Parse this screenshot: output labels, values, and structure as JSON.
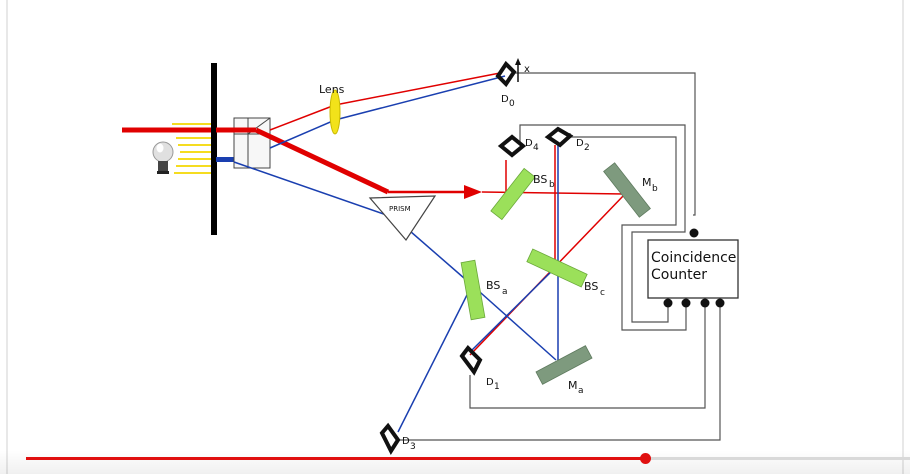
{
  "diagram": {
    "labels": {
      "lens": "Lens",
      "prism": "PRISM",
      "d0": "D",
      "d0_sub": "0",
      "d1": "D",
      "d1_sub": "1",
      "d2": "D",
      "d2_sub": "2",
      "d3": "D",
      "d3_sub": "3",
      "d4": "D",
      "d4_sub": "4",
      "x": "x",
      "bsa": "BS",
      "bsa_sub": "a",
      "bsb": "BS",
      "bsb_sub": "b",
      "bsc": "BS",
      "bsc_sub": "c",
      "ma": "M",
      "ma_sub": "a",
      "mb": "M",
      "mb_sub": "b",
      "coincidence_line1": "Coincidence",
      "coincidence_line2": "Counter"
    },
    "colors": {
      "laser_red": "#e00000",
      "beam_blue": "#1a3fb0",
      "wire": "#555555",
      "beamsplitter": "#9be05a",
      "mirror": "#7e9a7e",
      "lens": "#f2e21a",
      "detector": "#111111"
    },
    "icons": [
      "light-bulb-icon",
      "detector-icon",
      "prism-icon",
      "lens-icon"
    ]
  },
  "player": {
    "progress": 0.7,
    "colors": {
      "played": "#e01010",
      "track": "#d9d9d9"
    }
  }
}
